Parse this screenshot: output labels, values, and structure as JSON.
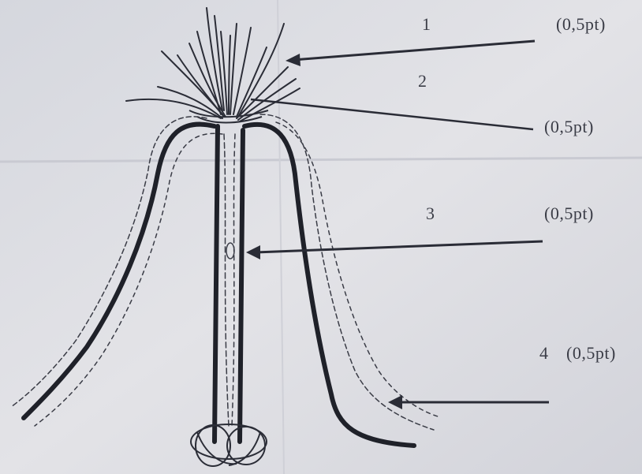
{
  "labels": [
    {
      "number": "1",
      "points": "(0,5pt)"
    },
    {
      "number": "2",
      "points": "(0,5pt)"
    },
    {
      "number": "3",
      "points": "(0,5pt)"
    },
    {
      "number": "4",
      "points": "(0,5pt)"
    }
  ],
  "colors": {
    "paper": "#dcdde2",
    "ink": "#23252e",
    "text": "#3b3d47"
  },
  "icons": [
    "plant-leaves-icon",
    "root-icon"
  ]
}
